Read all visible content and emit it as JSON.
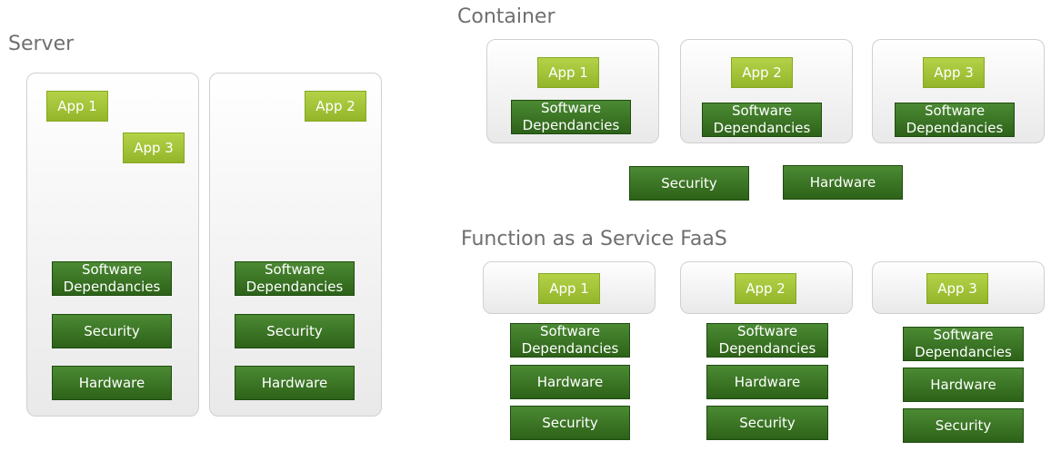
{
  "server": {
    "title": "Server",
    "hosts": [
      {
        "apps": [
          "App 1",
          "App 3"
        ],
        "stack": [
          "Software Dependancies",
          "Security",
          "Hardware"
        ]
      },
      {
        "apps": [
          "App 2"
        ],
        "stack": [
          "Software Dependancies",
          "Security",
          "Hardware"
        ]
      }
    ]
  },
  "container": {
    "title": "Container",
    "units": [
      {
        "app": "App 1",
        "deps": "Software Dependancies"
      },
      {
        "app": "App 2",
        "deps": "Software Dependancies"
      },
      {
        "app": "App 3",
        "deps": "Software Dependancies"
      }
    ],
    "shared": [
      "Security",
      "Hardware"
    ]
  },
  "faas": {
    "title": "Function as a Service FaaS",
    "units": [
      {
        "app": "App 1",
        "stack": [
          "Software Dependancies",
          "Hardware",
          "Security"
        ]
      },
      {
        "app": "App 2",
        "stack": [
          "Software Dependancies",
          "Hardware",
          "Security"
        ]
      },
      {
        "app": "App 3",
        "stack": [
          "Software Dependancies",
          "Hardware",
          "Security"
        ]
      }
    ]
  }
}
